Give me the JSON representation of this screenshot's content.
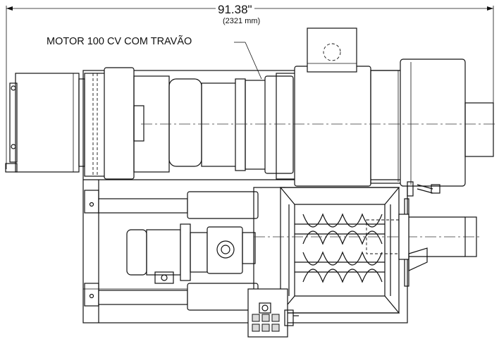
{
  "dimension": {
    "imperial": "91.38\"",
    "metric": "(2321 mm)"
  },
  "labels": {
    "motor": "MOTOR 100 CV COM TRAVÃO"
  }
}
